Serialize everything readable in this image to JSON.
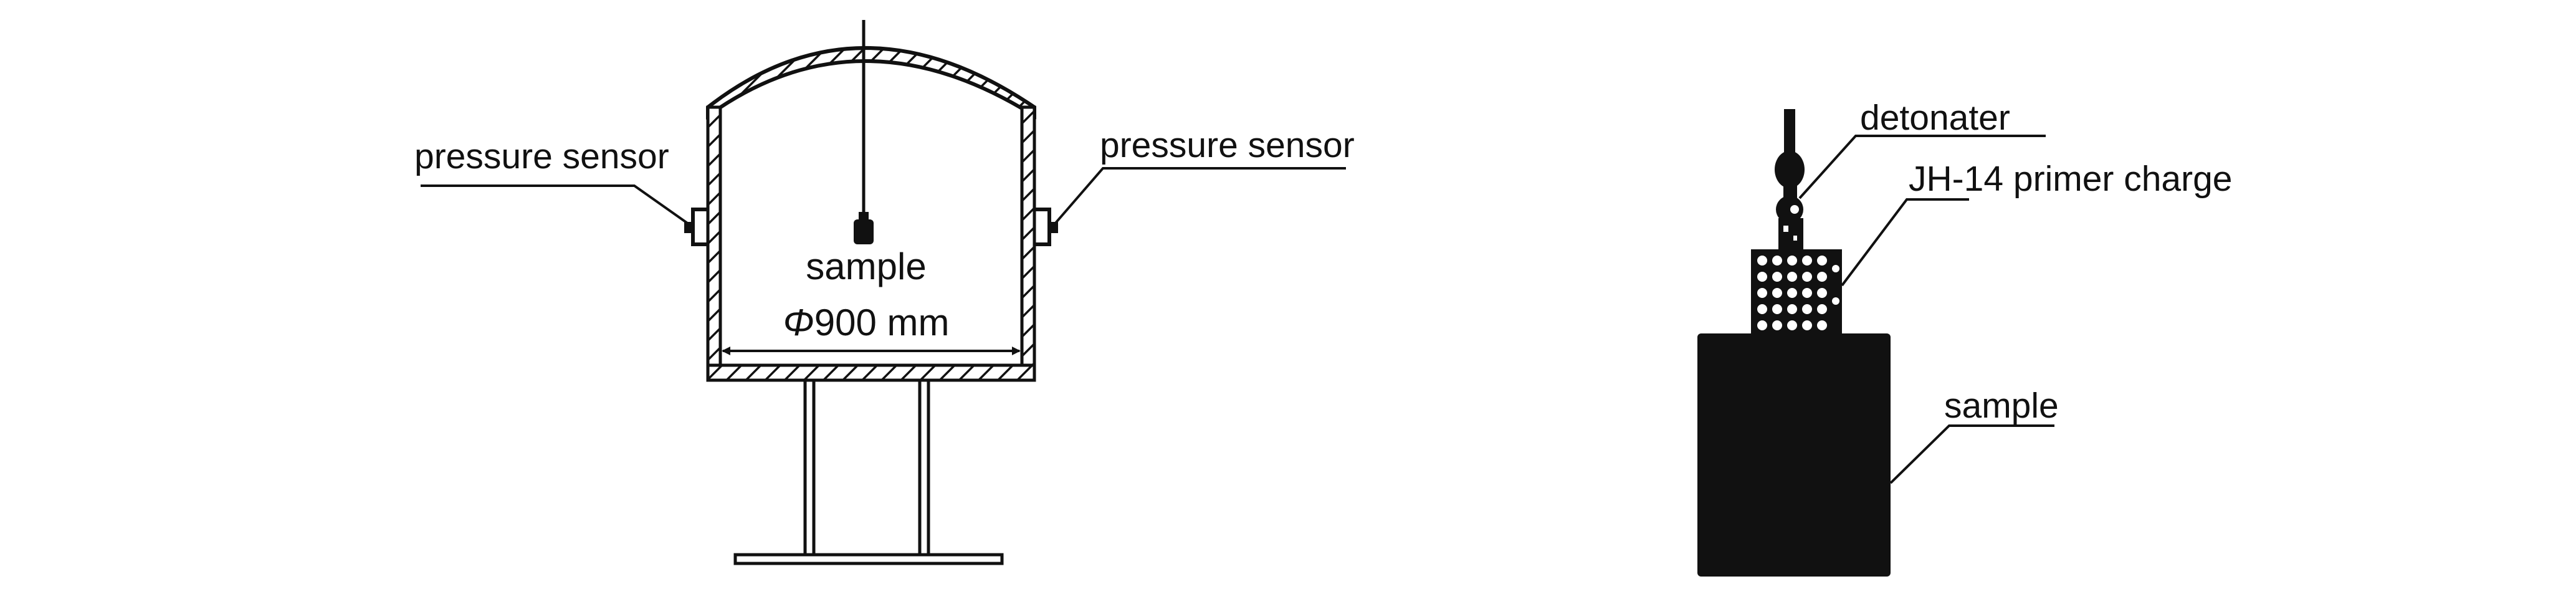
{
  "colors": {
    "ink": "#111111",
    "background": "#ffffff"
  },
  "chamber_diagram": {
    "label_pressure_sensor_left": "pressure sensor",
    "label_pressure_sensor_right": "pressure sensor",
    "label_sample": "sample",
    "diameter_symbol": "Φ",
    "diameter_value": "900 mm"
  },
  "charge_diagram": {
    "label_detonator": "detonater",
    "label_primer": "JH-14 primer charge",
    "label_sample": "sample"
  }
}
